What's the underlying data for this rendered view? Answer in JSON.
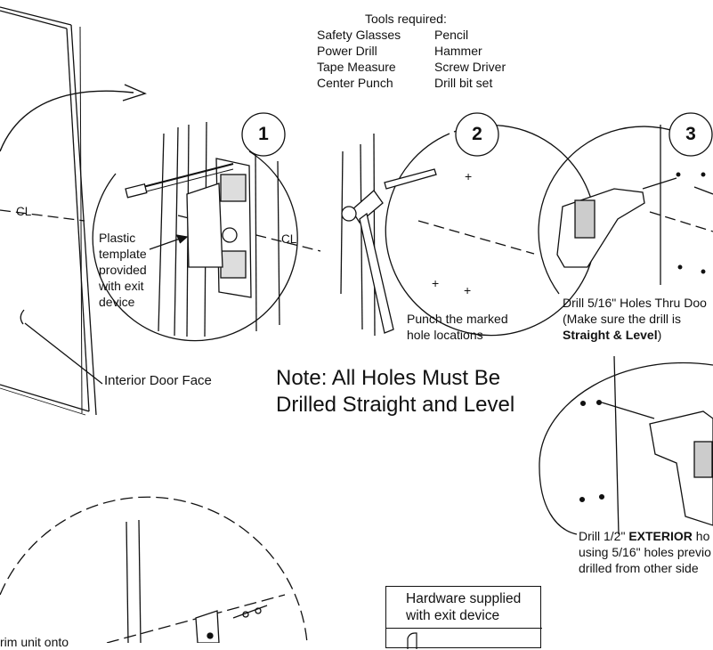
{
  "tools": {
    "title": "Tools required:",
    "col1": [
      "Safety Glasses",
      "Power Drill",
      "Tape Measure",
      "Center Punch"
    ],
    "col2": [
      "Pencil",
      "Hammer",
      "Screw Driver",
      "Drill bit set"
    ]
  },
  "steps": [
    {
      "number": "1"
    },
    {
      "number": "2"
    },
    {
      "number": "3"
    }
  ],
  "step1": {
    "label_lines": [
      "Plastic",
      "template",
      "provided",
      "with exit",
      "device"
    ],
    "centerline_mark": "CL"
  },
  "door": {
    "centerline_mark": "CL",
    "face_label": "Interior Door Face"
  },
  "step2": {
    "label_lines": [
      "Punch the marked",
      "hole locations"
    ]
  },
  "step3": {
    "line1": "Drill 5/16\" Holes Thru Doo",
    "line2_a": "(Make sure the drill is",
    "line3_bold": "Straight & Level",
    "line3_end": ")"
  },
  "note": {
    "line1": "Note: All Holes Must Be",
    "line2": "Drilled Straight and Level"
  },
  "step4": {
    "line1_a": "Drill 1/2\" ",
    "line1_bold": "EXTERIOR",
    "line1_b": " ho",
    "line2": "using 5/16\" holes previo",
    "line3": "drilled from other side"
  },
  "bottom_left": {
    "text": "rim unit onto"
  },
  "hardware": {
    "line1": "Hardware supplied",
    "line2": "with exit device"
  }
}
